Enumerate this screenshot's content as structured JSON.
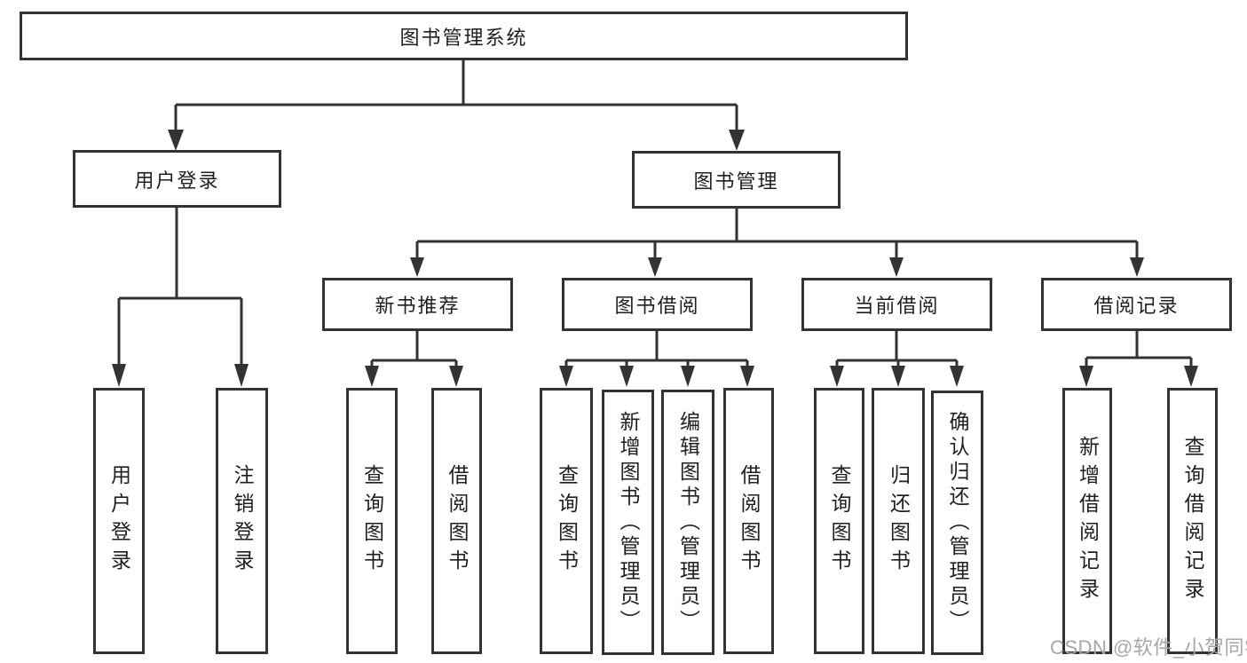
{
  "tree": {
    "root": {
      "label": "图书管理系统"
    },
    "branches": [
      {
        "label": "用户登录",
        "children": [
          {
            "label": "用户登录"
          },
          {
            "label": "注销登录"
          }
        ]
      },
      {
        "label": "图书管理",
        "sections": [
          {
            "label": "新书推荐",
            "children": [
              {
                "label": "查询图书"
              },
              {
                "label": "借阅图书"
              }
            ]
          },
          {
            "label": "图书借阅",
            "children": [
              {
                "label": "查询图书"
              },
              {
                "label": "新增图书（管理员）"
              },
              {
                "label": "编辑图书（管理员）"
              },
              {
                "label": "借阅图书"
              }
            ]
          },
          {
            "label": "当前借阅",
            "children": [
              {
                "label": "查询图书"
              },
              {
                "label": "归还图书"
              },
              {
                "label": "确认归还（管理员）"
              }
            ]
          },
          {
            "label": "借阅记录",
            "children": [
              {
                "label": "新增借阅记录"
              },
              {
                "label": "查询借阅记录"
              }
            ]
          }
        ]
      }
    ]
  },
  "watermark": {
    "text": "CSDN @软件_小贺同学"
  },
  "colors": {
    "line": "#333333",
    "box_border": "#333333",
    "text": "#1f1f1f",
    "watermark": "#a6a6a6",
    "background": "#ffffff"
  }
}
